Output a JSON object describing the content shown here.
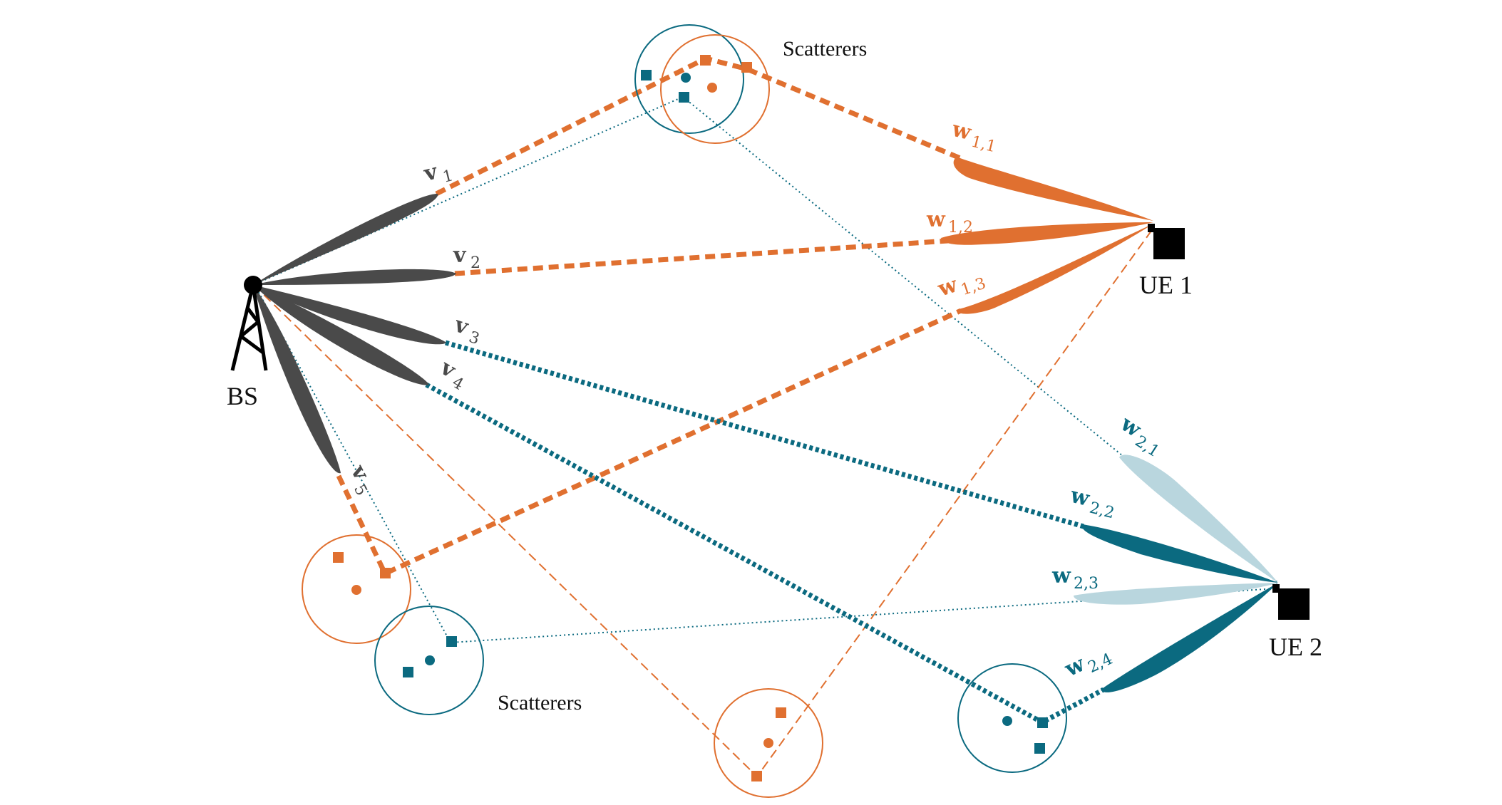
{
  "colors": {
    "orange": "#e07030",
    "teal": "#0b6a80",
    "teal_light": "#b9d6de",
    "gray": "#4a4a4a",
    "black": "#000000"
  },
  "nodes": {
    "bs": "BS",
    "ue1": "UE 1",
    "ue2": "UE 2"
  },
  "scatterer_labels": {
    "top": "Scatterers",
    "bottom": "Scatterers"
  },
  "bs_beams": [
    {
      "symbol": "v",
      "index": "1"
    },
    {
      "symbol": "v",
      "index": "2"
    },
    {
      "symbol": "v",
      "index": "3"
    },
    {
      "symbol": "v",
      "index": "4"
    },
    {
      "symbol": "v",
      "index": "5"
    }
  ],
  "ue1_beams": [
    {
      "symbol": "w",
      "index": "1,1"
    },
    {
      "symbol": "w",
      "index": "1,2"
    },
    {
      "symbol": "w",
      "index": "1,3"
    }
  ],
  "ue2_beams": [
    {
      "symbol": "w",
      "index": "2,1"
    },
    {
      "symbol": "w",
      "index": "2,2"
    },
    {
      "symbol": "w",
      "index": "2,3"
    },
    {
      "symbol": "w",
      "index": "2,4"
    }
  ],
  "icons": [
    "bs-tower-icon",
    "ue-terminal-icon"
  ]
}
